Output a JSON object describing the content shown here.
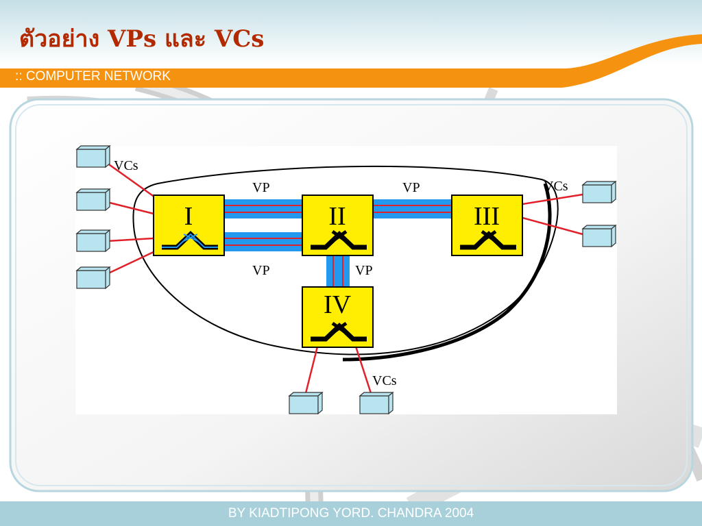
{
  "slide": {
    "title": "ตัวอย่าง VPs และ VCs",
    "subtitle": ":: COMPUTER NETWORK",
    "footer": "BY KIADTIPONG YORD. CHANDRA 2004"
  },
  "diagram": {
    "switches": [
      {
        "id": "I",
        "label": "I"
      },
      {
        "id": "II",
        "label": "II"
      },
      {
        "id": "III",
        "label": "III"
      },
      {
        "id": "IV",
        "label": "IV"
      }
    ],
    "labels": {
      "vp_top_left": "VP",
      "vp_top_right": "VP",
      "vp_bottom": "VP",
      "vp_vertical": "VP",
      "vcs_left": "VCs",
      "vcs_right": "VCs",
      "vcs_bottom": "VCs"
    },
    "colors": {
      "switch_fill": "#ffee00",
      "vp_channel": "#2299ee",
      "vc_line": "#e0202a",
      "endpoint_fill": "#b8e4f0",
      "accent_orange": "#f5920f",
      "band": "#a8d0da"
    }
  }
}
